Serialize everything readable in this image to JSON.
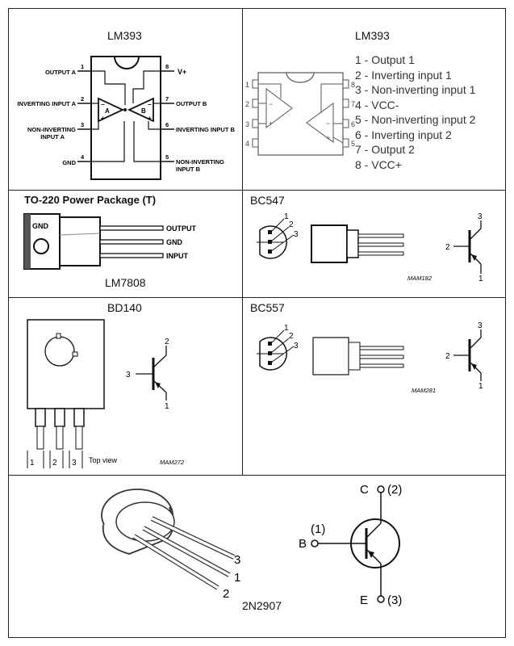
{
  "lm393_dip": {
    "title": "LM393",
    "pins": [
      {
        "num": "1",
        "label": "OUTPUT A"
      },
      {
        "num": "2",
        "label": "INVERTING INPUT A"
      },
      {
        "num": "3",
        "label_line1": "NON-INVERTING",
        "label_line2": "INPUT A"
      },
      {
        "num": "4",
        "label": "GND"
      },
      {
        "num": "5",
        "label_line1": "NON-INVERTING",
        "label_line2": "INPUT B"
      },
      {
        "num": "6",
        "label": "INVERTING INPUT B"
      },
      {
        "num": "7",
        "label": "OUTPUT B"
      },
      {
        "num": "8",
        "label": "V+"
      }
    ],
    "amp_a": "A",
    "amp_b": "B"
  },
  "lm393_pinout": {
    "title": "LM393",
    "pins": [
      {
        "num": "1",
        "desc": "1 - Output 1"
      },
      {
        "num": "2",
        "desc": "2 - Inverting input 1"
      },
      {
        "num": "3",
        "desc": "3 - Non-inverting input 1"
      },
      {
        "num": "4",
        "desc": "4 - VCC-"
      },
      {
        "num": "5",
        "desc": "5 - Non-inverting input 2"
      },
      {
        "num": "6",
        "desc": "6 - Inverting input 2"
      },
      {
        "num": "7",
        "desc": "7 - Output 2"
      },
      {
        "num": "8",
        "desc": "8 - VCC+"
      }
    ]
  },
  "lm7808": {
    "header": "TO-220 Power Package (T)",
    "tab_label": "GND",
    "pins": [
      "OUTPUT",
      "GND",
      "INPUT"
    ],
    "title": "LM7808"
  },
  "bc547": {
    "title": "BC547",
    "pins": [
      "1",
      "2",
      "3"
    ],
    "code": "MAM182"
  },
  "bd140": {
    "title": "BD140",
    "pins": [
      "1",
      "2",
      "3"
    ],
    "top_view": "Top view",
    "code": "MAM272"
  },
  "bc557": {
    "title": "BC557",
    "pins": [
      "1",
      "2",
      "3"
    ],
    "code": "MAM281"
  },
  "n2n2907": {
    "title": "2N2907",
    "leads": [
      "3",
      "1",
      "2"
    ],
    "collector": "C",
    "collector_num": "(2)",
    "base": "B",
    "base_num": "(1)",
    "emitter": "E",
    "emitter_num": "(3)"
  }
}
